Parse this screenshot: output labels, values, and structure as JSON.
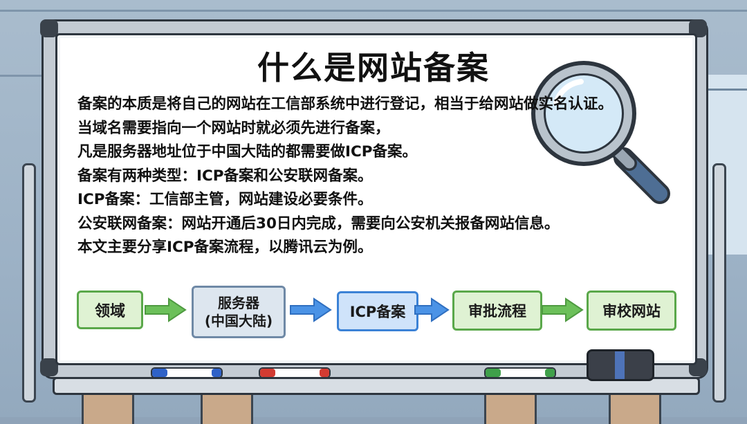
{
  "title": "什么是网站备案",
  "paragraphs": [
    "备案的本质是将自己的网站在工信部系统中进行登记，相当于给网站做实名认证。",
    "当域名需要指向一个网站时就必须先进行备案，",
    "凡是服务器地址位于中国大陆的都需要做ICP备案。",
    "备案有两种类型：ICP备案和公安联网备案。",
    "ICP备案：工信部主管，网站建设必要条件。",
    "公安联网备案：网站开通后30日内完成，需要向公安机关报备网站信息。",
    "本文主要分享ICP备案流程，以腾讯云为例。"
  ],
  "flow": {
    "steps": [
      {
        "label": "领域"
      },
      {
        "label": "服务器",
        "sub": "(中国大陆)"
      },
      {
        "label": "ICP备案"
      },
      {
        "label": "审批流程"
      },
      {
        "label": "审校网站"
      }
    ]
  },
  "colors": {
    "green_fill": "#dff2d3",
    "green_border": "#5aa84a",
    "blue_fill": "#cfe3fa",
    "blue_border": "#3b82d6",
    "gray_fill": "#dde6ef",
    "gray_border": "#6f89a6"
  },
  "icons": [
    "magnifying-glass-icon",
    "marker-blue-icon",
    "marker-red-icon",
    "marker-green-icon",
    "eraser-icon"
  ]
}
